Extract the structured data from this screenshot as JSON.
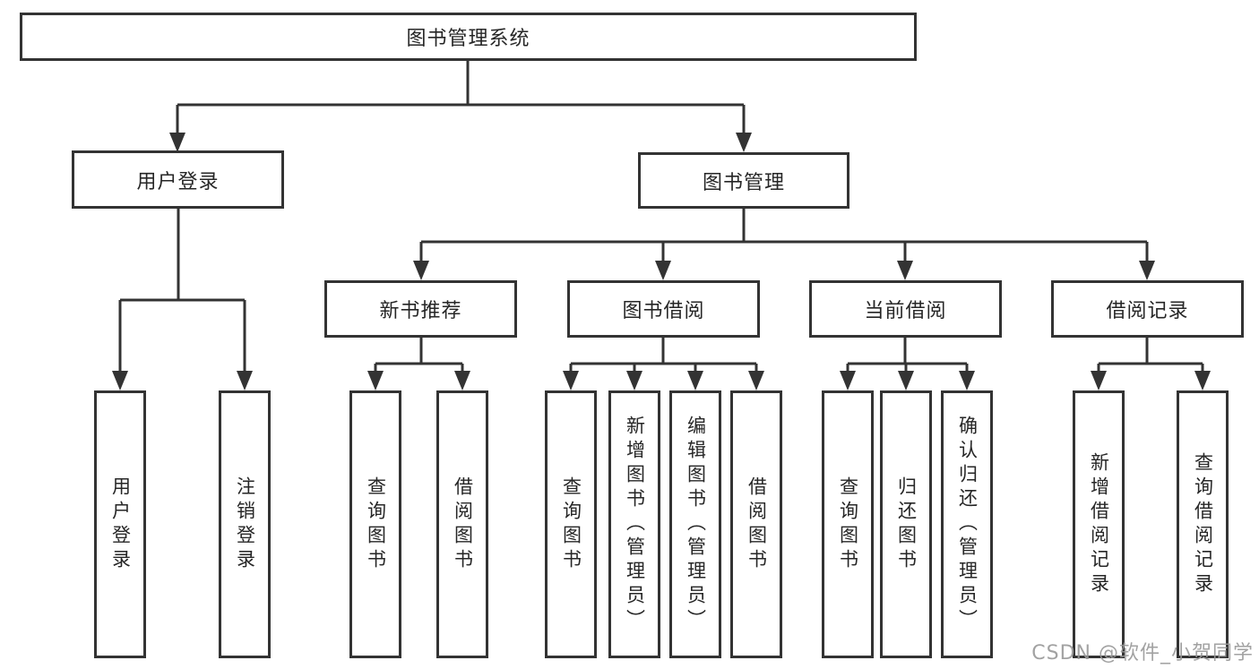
{
  "tree": {
    "root": {
      "label": "图书管理系统"
    },
    "children": [
      {
        "label": "用户登录",
        "children": [
          {
            "label": "用户登录"
          },
          {
            "label": "注销登录"
          }
        ]
      },
      {
        "label": "图书管理",
        "children": [
          {
            "label": "新书推荐",
            "children": [
              {
                "label": "查询图书"
              },
              {
                "label": "借阅图书"
              }
            ]
          },
          {
            "label": "图书借阅",
            "children": [
              {
                "label": "查询图书"
              },
              {
                "label": "新增图书（管理员）"
              },
              {
                "label": "编辑图书（管理员）"
              },
              {
                "label": "借阅图书"
              }
            ]
          },
          {
            "label": "当前借阅",
            "children": [
              {
                "label": "查询图书"
              },
              {
                "label": "归还图书"
              },
              {
                "label": "确认归还（管理员）"
              }
            ]
          },
          {
            "label": "借阅记录",
            "children": [
              {
                "label": "新增借阅记录"
              },
              {
                "label": "查询借阅记录"
              }
            ]
          }
        ]
      }
    ]
  },
  "watermark": {
    "text": "CSDN @软件_小贺同学"
  },
  "colors": {
    "line": "#333333",
    "box_border": "#333333",
    "box_fill": "#ffffff",
    "text": "#262626",
    "watermark": "#989898"
  }
}
